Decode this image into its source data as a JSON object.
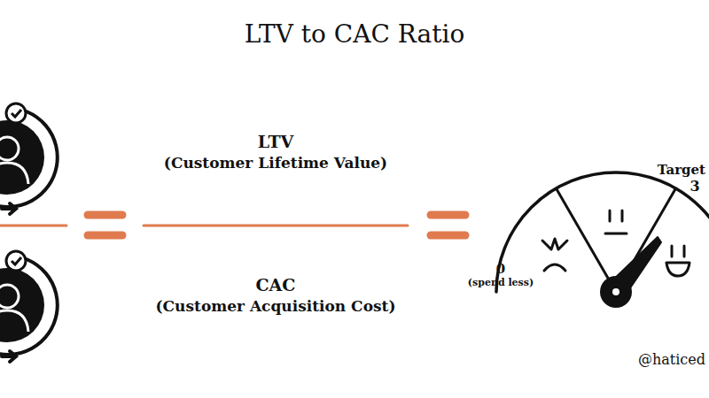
{
  "diagram": {
    "title": "LTV to CAC Ratio",
    "labels": [
      "LTV",
      "(Customer Lifetime Value)",
      "CAC",
      "(Customer Acquisition Cost)",
      "0",
      "(spend less)",
      "Target",
      "3",
      "@haticed"
    ]
  }
}
